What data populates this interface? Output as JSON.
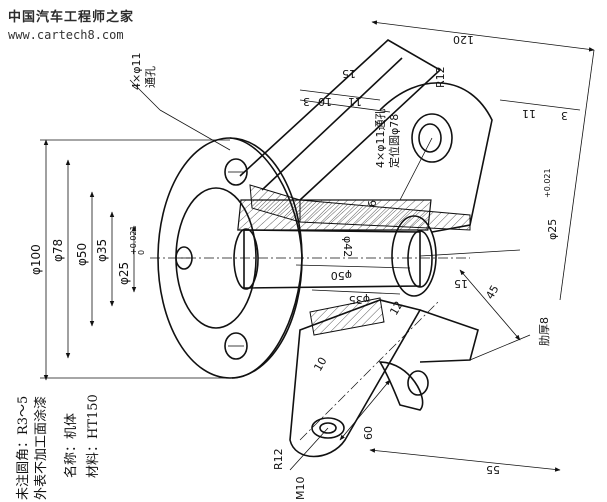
{
  "watermark": {
    "cn": "中国汽车工程师之家",
    "url": "www.cartech8.com"
  },
  "notes": {
    "fillet": "未注圆角：R3～5",
    "paint": "外表不加工面涂漆",
    "name": "名称：机体",
    "material": "材料：HT150"
  },
  "dimensions": {
    "d100": "φ100",
    "d78": "φ78",
    "d50": "φ50",
    "d35": "φ35",
    "d25": "φ25",
    "tol_plus": "+0.021",
    "tol_zero": "0",
    "d42": "φ42",
    "d50b": "φ50",
    "d35b": "φ35",
    "d25r": "φ25",
    "holes4": "4×φ11",
    "through": "通孔",
    "holes4b": "4×φ11通孔",
    "pcd": "定位圆φ78",
    "r12a": "R12",
    "r12b": "R12",
    "m10": "M10",
    "len120": "120",
    "len15a": "15",
    "len10": "10",
    "len11a": "11",
    "len3a": "3",
    "len3b": "3",
    "len11b": "11",
    "len9": "9",
    "len15b": "15",
    "len45": "45",
    "len12": "12",
    "len10b": "10",
    "len60": "60",
    "len55": "55",
    "rib": "肋厚8"
  }
}
